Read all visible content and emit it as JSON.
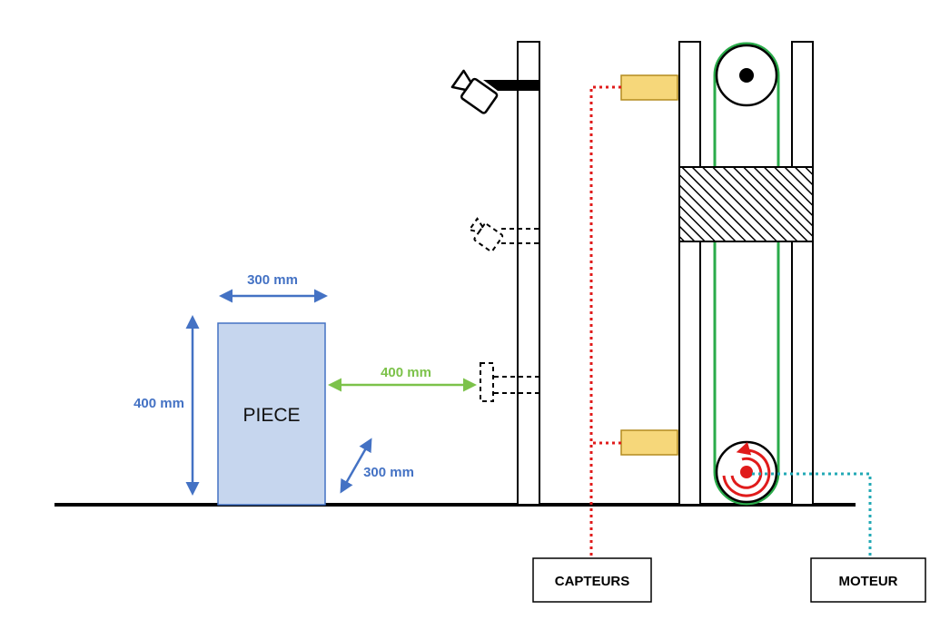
{
  "piece": {
    "label": "PIECE",
    "fill": "#c6d6ee",
    "stroke": "#4472c4"
  },
  "dimensions": {
    "width": "300 mm",
    "height": "400 mm",
    "depth": "300 mm",
    "camera_distance": "400 mm"
  },
  "boxes": {
    "sensors_label": "CAPTEURS",
    "motor_label": "MOTEUR"
  },
  "colors": {
    "dimension_blue": "#4472c4",
    "distance_green": "#7cc24a",
    "belt_green": "#2aab4a",
    "sensor_fill": "#f6d77a",
    "sensor_stroke": "#b38b1f",
    "sensor_wire": "#e01b1b",
    "motor_wire": "#22a9b5",
    "rotation_red": "#e01b1b"
  },
  "icons": {
    "camera": "video-camera-icon",
    "rotation": "rotation-arrow-icon"
  }
}
